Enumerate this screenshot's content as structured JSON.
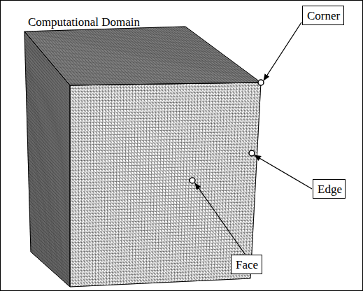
{
  "diagram": {
    "title": "Computational Domain",
    "nodes": [
      {
        "text": [
          "Corner"
        ]
      },
      {
        "text": [
          "Edge"
        ]
      },
      {
        "text": [
          "Face"
        ]
      }
    ]
  }
}
